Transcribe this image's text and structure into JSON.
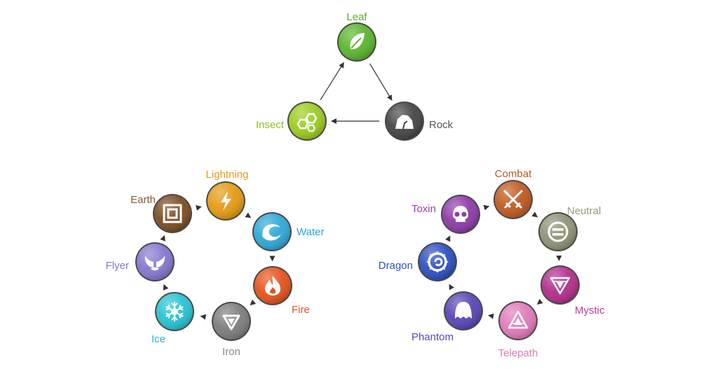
{
  "diagram": {
    "groups": [
      {
        "name": "cycle-3",
        "nodes": [
          {
            "id": "leaf",
            "label": "Leaf",
            "color": "#5ab52c",
            "label_color": "#5fa832",
            "icon": "leaf-icon"
          },
          {
            "id": "rock",
            "label": "Rock",
            "color": "#454545",
            "label_color": "#555555",
            "icon": "rock-icon"
          },
          {
            "id": "insect",
            "label": "Insect",
            "color": "#9acc1e",
            "label_color": "#96c11f",
            "icon": "honeycomb-icon"
          }
        ],
        "edges": [
          [
            "insect",
            "leaf"
          ],
          [
            "leaf",
            "rock"
          ],
          [
            "rock",
            "insect"
          ]
        ]
      },
      {
        "name": "cycle-8-left",
        "nodes": [
          {
            "id": "lightning",
            "label": "Lightning",
            "color": "#e39a12",
            "label_color": "#e29a1d",
            "icon": "lightning-bolt-icon"
          },
          {
            "id": "water",
            "label": "Water",
            "color": "#2ea7d8",
            "label_color": "#2fa3d3",
            "icon": "wave-icon"
          },
          {
            "id": "fire",
            "label": "Fire",
            "color": "#e4521c",
            "label_color": "#e0541d",
            "icon": "flame-icon"
          },
          {
            "id": "iron",
            "label": "Iron",
            "color": "#7d7d7d",
            "label_color": "#888888",
            "icon": "iron-triangle-icon"
          },
          {
            "id": "ice",
            "label": "Ice",
            "color": "#26c3d3",
            "label_color": "#2bb6d0",
            "icon": "snowflake-icon"
          },
          {
            "id": "flyer",
            "label": "Flyer",
            "color": "#8577cf",
            "label_color": "#8577cf",
            "icon": "wings-icon"
          },
          {
            "id": "earth",
            "label": "Earth",
            "color": "#7a4d22",
            "label_color": "#8a5a2b",
            "icon": "square-frame-icon"
          }
        ],
        "edges": [
          [
            "earth",
            "lightning"
          ],
          [
            "lightning",
            "water"
          ],
          [
            "water",
            "fire"
          ],
          [
            "fire",
            "iron"
          ],
          [
            "iron",
            "ice"
          ],
          [
            "ice",
            "flyer"
          ],
          [
            "flyer",
            "earth"
          ]
        ]
      },
      {
        "name": "cycle-8-right",
        "nodes": [
          {
            "id": "combat",
            "label": "Combat",
            "color": "#c05a1f",
            "label_color": "#b55a24",
            "icon": "crossed-swords-icon"
          },
          {
            "id": "neutral",
            "label": "Neutral",
            "color": "#8f9274",
            "label_color": "#9a9a7d",
            "icon": "equals-icon"
          },
          {
            "id": "mystic",
            "label": "Mystic",
            "color": "#b12e8a",
            "label_color": "#c23a96",
            "icon": "mystic-triangle-icon"
          },
          {
            "id": "telepath",
            "label": "Telepath",
            "color": "#e07ab9",
            "label_color": "#e07ab9",
            "icon": "telepath-triangle-icon"
          },
          {
            "id": "phantom",
            "label": "Phantom",
            "color": "#5a44b8",
            "label_color": "#5a46b0",
            "icon": "ghost-icon"
          },
          {
            "id": "dragon",
            "label": "Dragon",
            "color": "#2c4fc0",
            "label_color": "#2d52b8",
            "icon": "dragon-swirl-icon"
          },
          {
            "id": "toxin",
            "label": "Toxin",
            "color": "#8e3aa8",
            "label_color": "#9a3cb0",
            "icon": "skull-icon"
          }
        ],
        "edges": [
          [
            "combat",
            "neutral"
          ],
          [
            "neutral",
            "mystic"
          ],
          [
            "mystic",
            "telepath"
          ],
          [
            "telepath",
            "phantom"
          ],
          [
            "phantom",
            "dragon"
          ],
          [
            "dragon",
            "toxin"
          ],
          [
            "toxin",
            "combat"
          ]
        ]
      }
    ]
  }
}
